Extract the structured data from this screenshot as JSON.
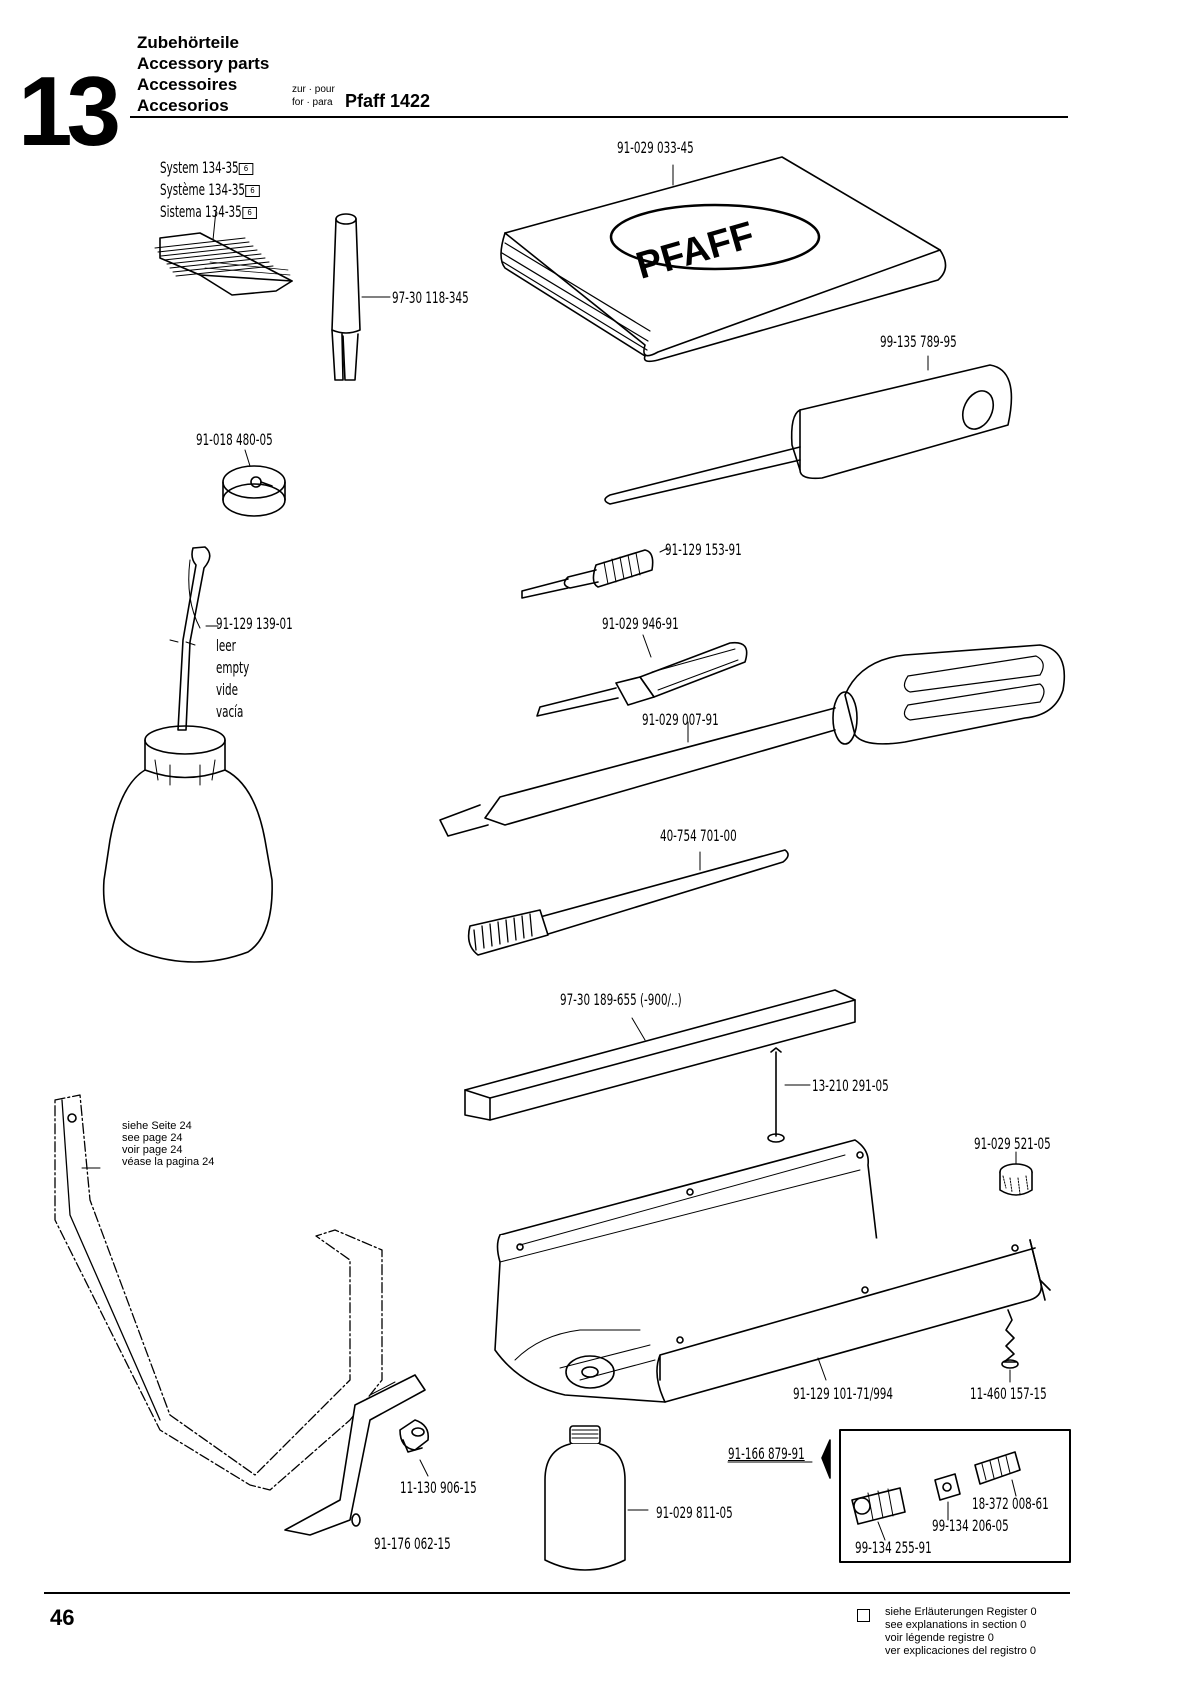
{
  "header": {
    "section_number": "13",
    "title_de": "Zubehörteile",
    "title_en": "Accessory parts",
    "title_fr": "Accessoires",
    "title_es": "Accesorios",
    "for_line1": "zur · pour",
    "for_line2": "for · para",
    "machine": "Pfaff 1422"
  },
  "system": {
    "lines": [
      "System  134-35",
      "Système  134-35",
      "Sistema  134-35"
    ],
    "box_mark": "6"
  },
  "parts": {
    "instruction_book": "91-029 033-45",
    "book_logo": "PFAFF",
    "spool_pin": "97-30 118-345",
    "allen_key": "99-135 789-95",
    "bobbin": "91-018 480-05",
    "small_screwdriver": "91-129 153-91",
    "oiler": "91-129 139-01",
    "oiler_empty": [
      "leer",
      "empty",
      "vide",
      "vacía"
    ],
    "screwdriver_medium": "91-029 946-91",
    "screwdriver_large": "91-029 007-91",
    "brush": "40-754 701-00",
    "wooden_bar": "97-30 189-655 (-900/..)",
    "nail": "13-210 291-05",
    "felt": "91-029 521-05",
    "tray": "91-129 101-71/994",
    "tray_screw": "11-460 157-15",
    "kit": "91-166 879-91",
    "kit_part_a": "18-372 008-61",
    "kit_part_b": "99-134 206-05",
    "kit_part_c": "99-134 255-91",
    "bracket_screw": "11-130 906-15",
    "bracket": "91-176 062-15",
    "oil_bottle": "91-029 811-05"
  },
  "see_page": [
    "siehe Seite 24",
    "see page 24",
    "voir page 24",
    "véase la pagina 24"
  ],
  "footer": {
    "page_number": "46",
    "legend": [
      "siehe Erläuterungen Register 0",
      "see explanations in section 0",
      "voir légende registre 0",
      "ver explicaciones del registro 0"
    ]
  }
}
